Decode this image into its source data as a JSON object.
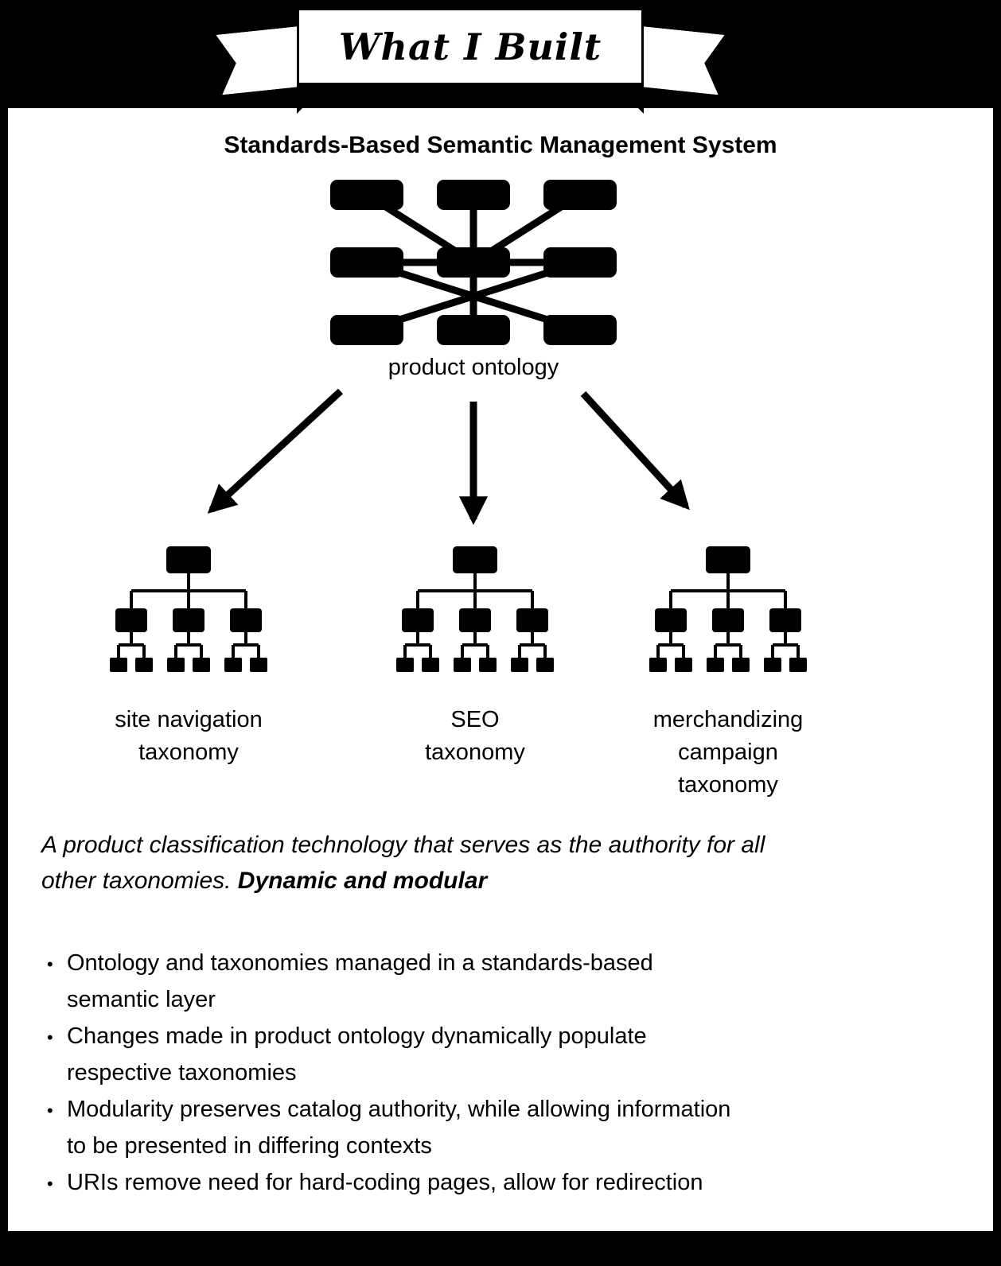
{
  "banner": {
    "title": "What I Built"
  },
  "heading": "Standards-Based Semantic Management System",
  "ontology_label": "product ontology",
  "taxonomies": {
    "site_nav": "site navigation\ntaxonomy",
    "seo": "SEO\ntaxonomy",
    "merch": "merchandizing\ncampaign\ntaxonomy"
  },
  "description": {
    "text": "A product classification technology that serves as the authority for all\nother taxonomies. ",
    "emphasis": "Dynamic and modular"
  },
  "bullets": [
    "Ontology and taxonomies managed in a standards-based\nsemantic layer",
    "Changes made in product ontology dynamically populate\nrespective taxonomies",
    "Modularity preserves catalog authority, while allowing information\nto be presented in differing contexts",
    "URIs remove need for hard-coding pages, allow for redirection"
  ],
  "colors": {
    "ink": "#000000",
    "paper": "#ffffff"
  }
}
